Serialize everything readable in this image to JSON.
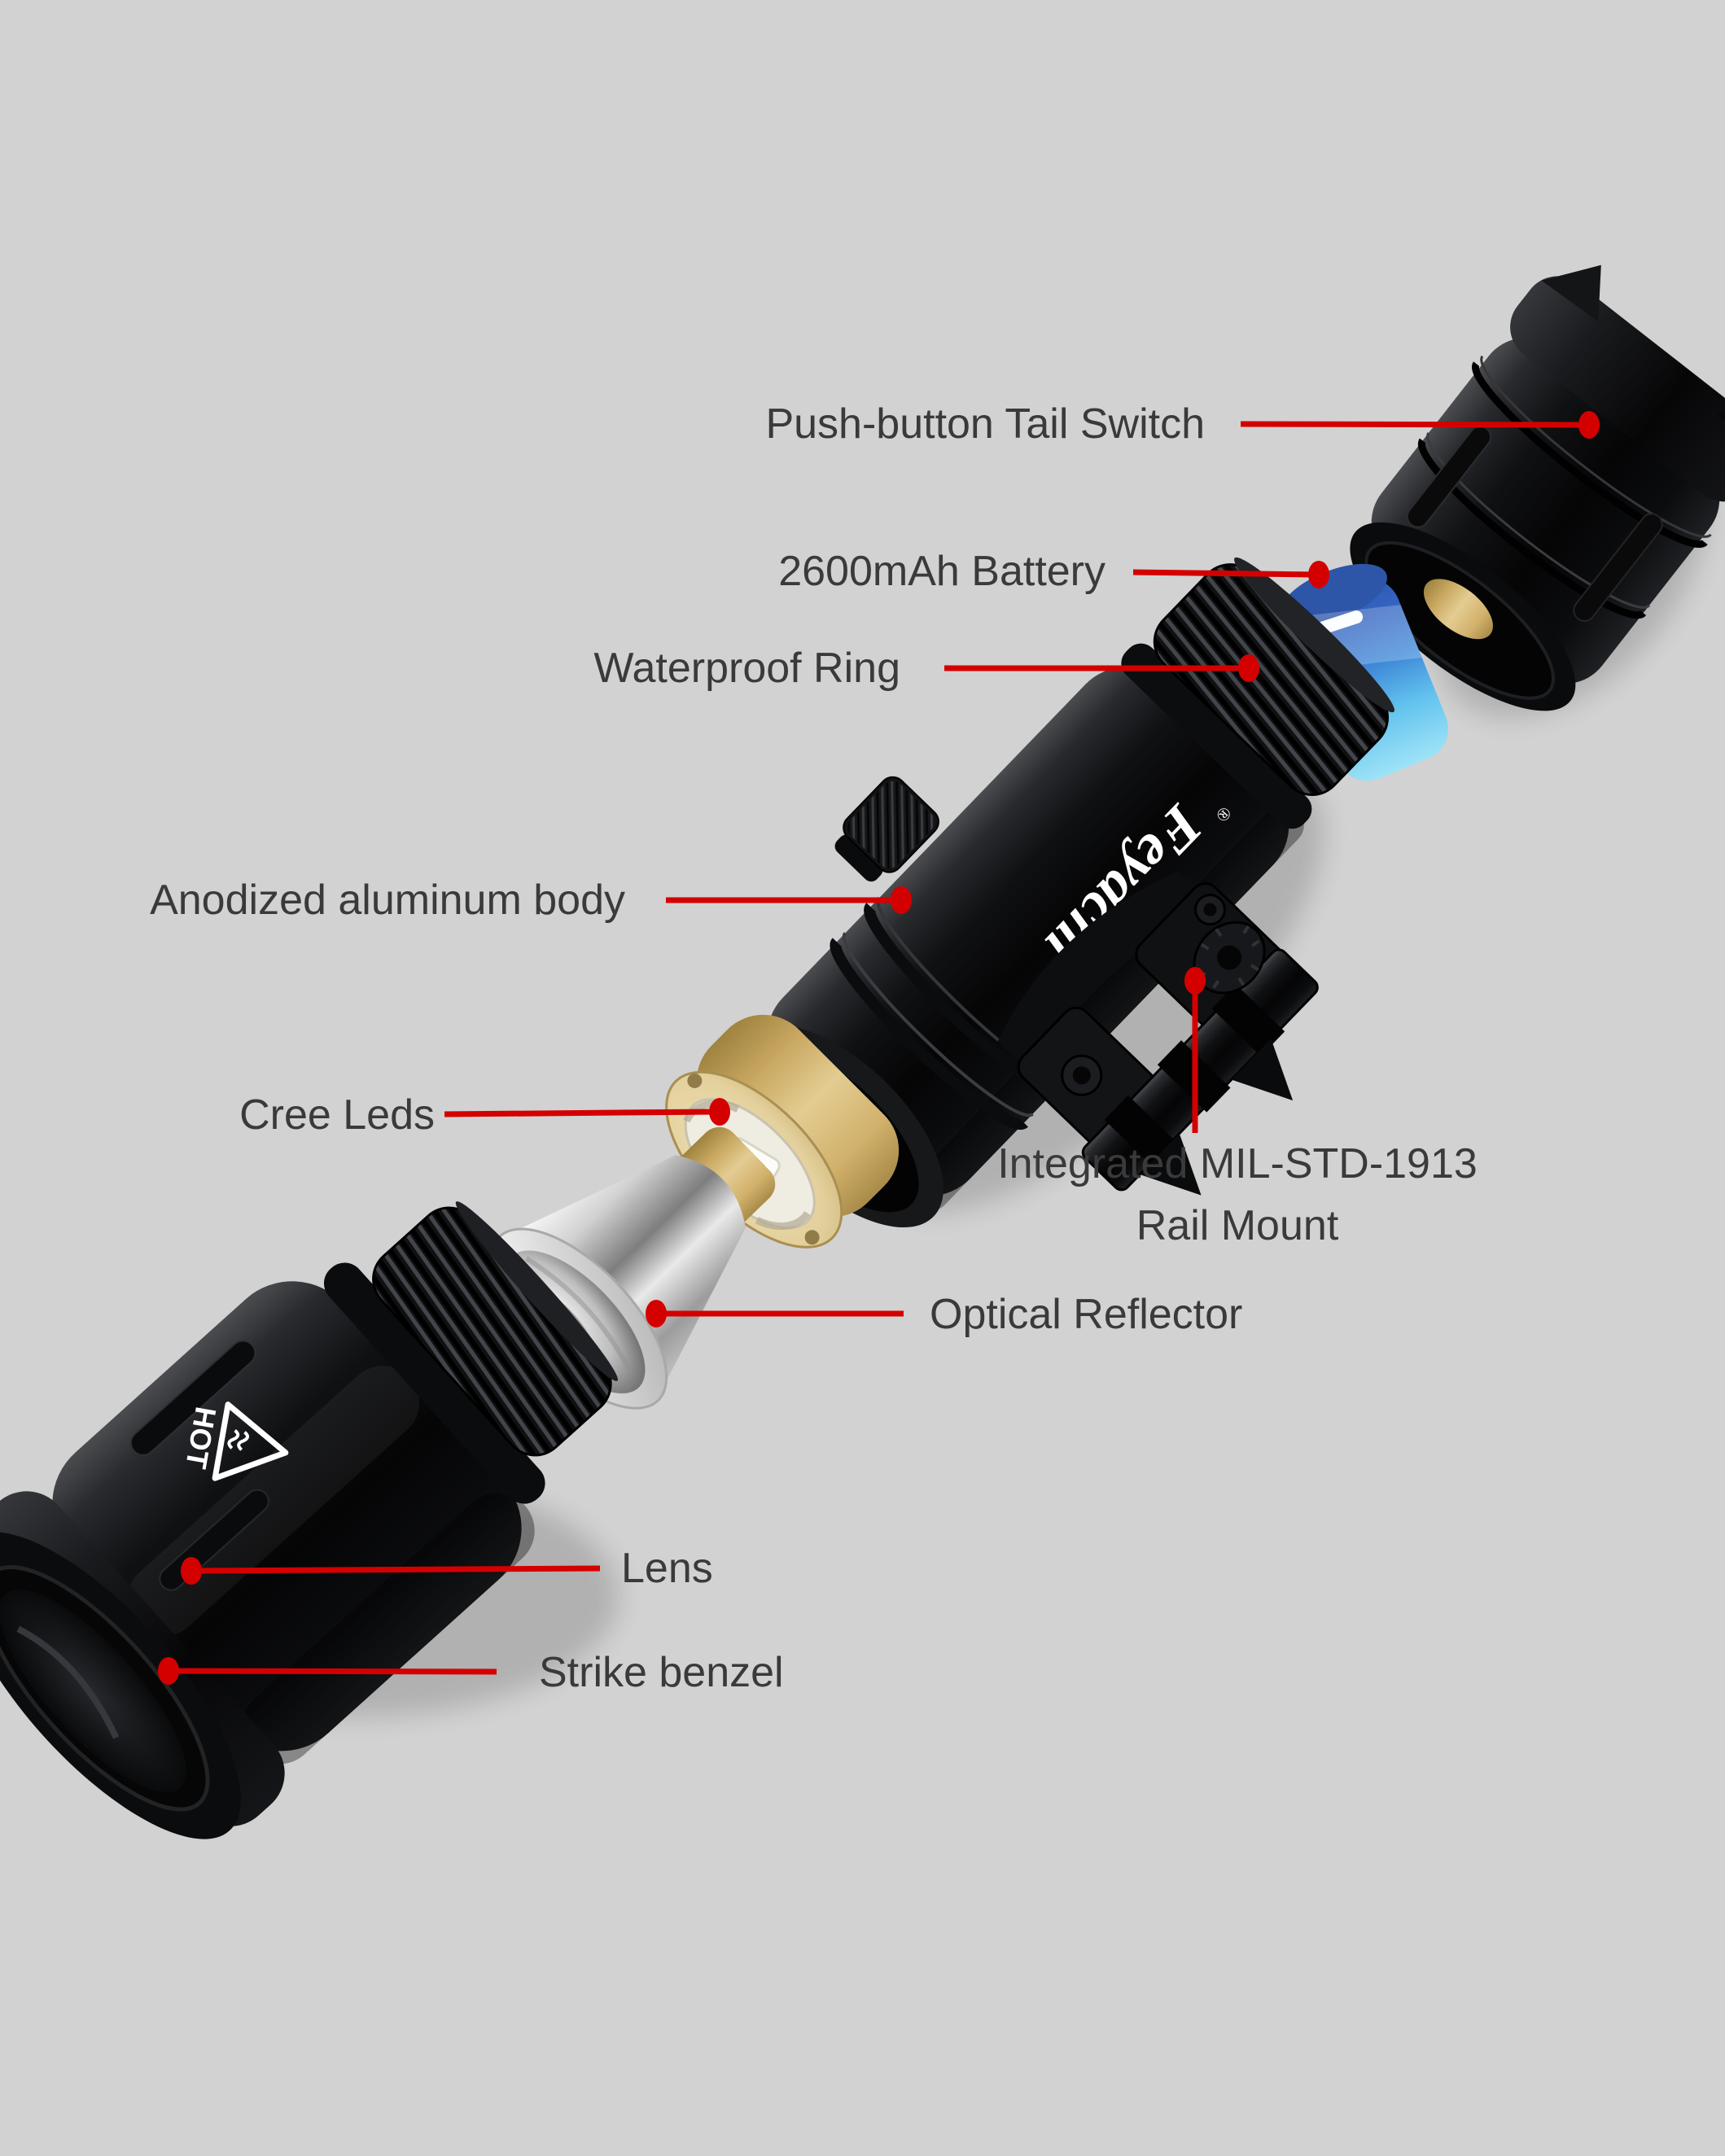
{
  "page": {
    "background": "#d2d2d2",
    "type": "exploded-view-product-diagram",
    "product": "tactical flashlight"
  },
  "colors": {
    "leader_red": "#d40000",
    "label_text": "#3a3a3a",
    "body_black": "#0c0d0e",
    "gold": "#e3cc92",
    "chrome": "#d9d9d9",
    "battery_blue": "#3f8ad8",
    "battery_cyan": "#8edef8"
  },
  "branding": {
    "logo": "Feyachi",
    "logo_registered": "®",
    "hot_warning": "HOT"
  },
  "labels": {
    "tail_switch": "Push-button Tail Switch",
    "battery": "2600mAh Battery",
    "waterproof_ring": "Waterproof Ring",
    "body": "Anodized aluminum body",
    "cree_leds": "Cree Leds",
    "rail_mount_line1": "Integrated MIL-STD-1913",
    "rail_mount_line2": "Rail Mount",
    "optical_reflector": "Optical Reflector",
    "lens": "Lens",
    "strike_bezel": "Strike benzel"
  }
}
